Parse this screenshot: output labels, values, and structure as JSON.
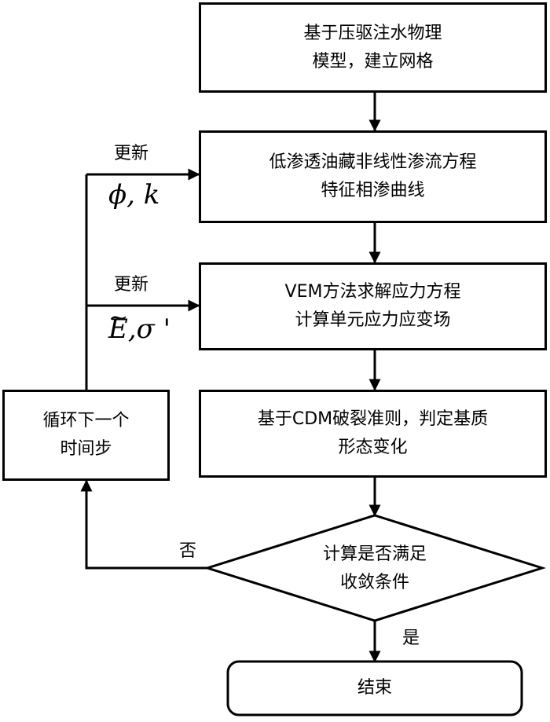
{
  "nodes": {
    "model_line1": "基于压驱注水物理",
    "model_line2": "模型，建立网格",
    "seepage_line1": "低渗透油藏非线性渗流方程",
    "seepage_line2": "特征相渗曲线",
    "vem_line1": "VEM方法求解应力方程",
    "vem_line2": "计算单元应力应变场",
    "cdm_line1": "基于CDM破裂准则，判定基质",
    "cdm_line2": "形态变化",
    "loop_line1": "循环下一个",
    "loop_line2": "时间步",
    "decision_line1": "计算是否满足",
    "decision_line2": "收敛条件",
    "end": "结束"
  },
  "labels": {
    "update1": "更新",
    "update1_vars": "ϕ, k",
    "update2": "更新",
    "update2_E": "E",
    "update2_rest": ",σ '",
    "no": "否",
    "yes": "是"
  }
}
